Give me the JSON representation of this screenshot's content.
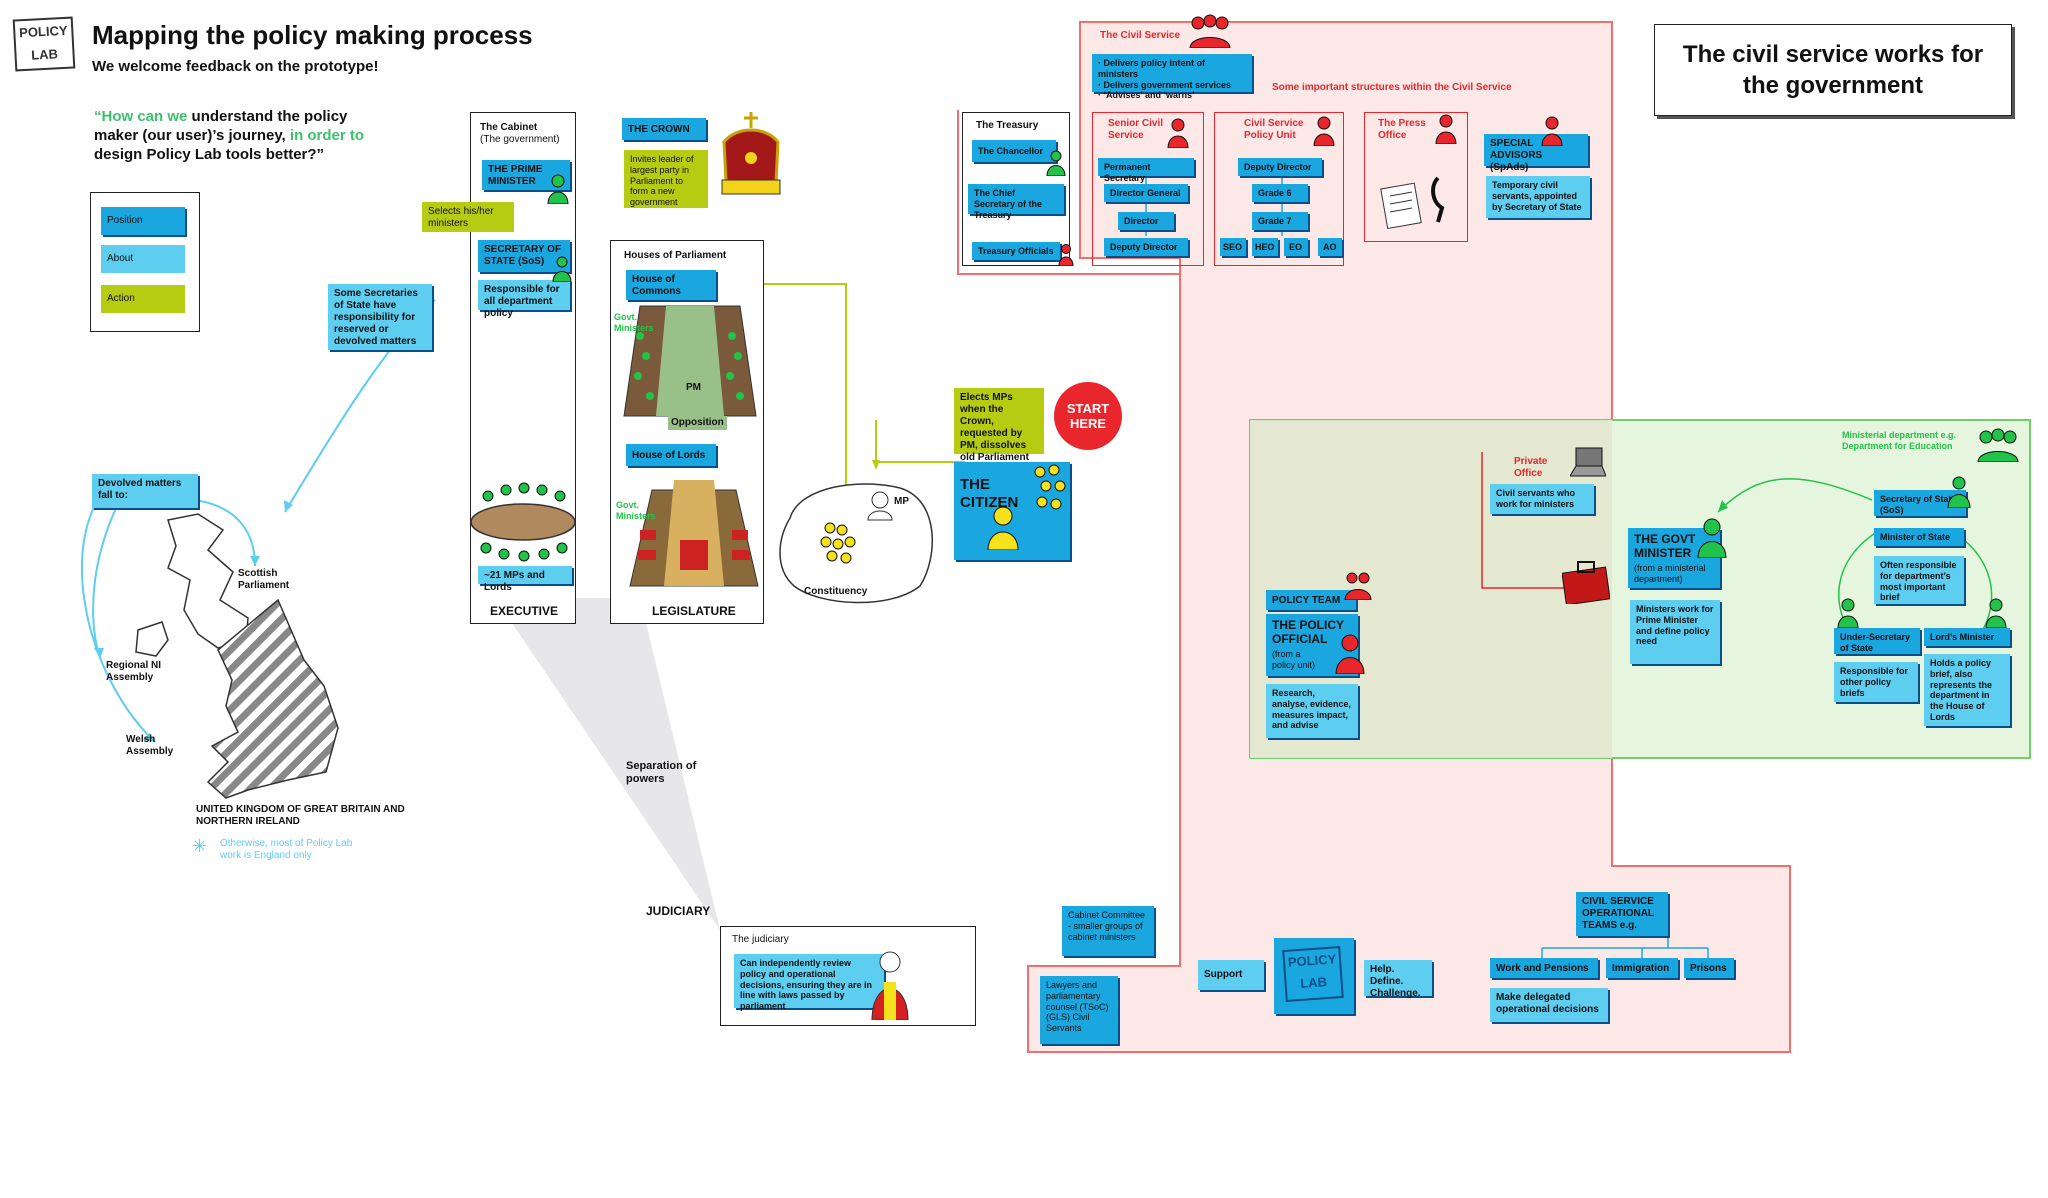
{
  "header": {
    "logo_text": "POLICY LAB",
    "title": "Mapping the policy making process",
    "subtitle": "We welcome feedback on the prototype!",
    "question_part1": "“How can we",
    "question_part2": " understand the policy maker (our user)’s journey,",
    "question_part3": " in order to",
    "question_part4": " design Policy Lab tools better?”"
  },
  "legend": {
    "position": "Position",
    "about": "About",
    "action": "Action"
  },
  "colors": {
    "blue": "#1aa7e0",
    "light_blue": "#5dcdf0",
    "green": "#b5cc12",
    "red": "#e8262b",
    "green_person": "#22c34a",
    "yellow_person": "#f5e21c",
    "red_zone": "#fde8e8",
    "green_zone": "#e8f7e3"
  },
  "uk": {
    "devolved": "Devolved matters fall to:",
    "some_sos": "Some Secretaries of State have responsibility for reserved or devolved matters",
    "scottish": "Scottish Parliament",
    "ni": "Regional NI Assembly",
    "welsh": "Welsh Assembly",
    "country": "UNITED KINGDOM OF GREAT BRITAIN AND NORTHERN IRELAND",
    "footnote": "Otherwise, most of Policy Lab work is England only"
  },
  "executive": {
    "cabinet": "The Cabinet",
    "cabinet_sub": "(The government)",
    "pm": "THE PRIME MINISTER",
    "selects": "Selects his/her ministers",
    "sos": "SECRETARY OF STATE (SoS)",
    "responsible": "Responsible for all department policy",
    "mps": "~21 MPs and Lords",
    "label": "EXECUTIVE"
  },
  "crown": {
    "title": "THE CROWN",
    "invites": "Invites leader of largest party in Parliament to form a new government"
  },
  "legislature": {
    "houses": "Houses of Parliament",
    "commons": "House of Commons",
    "govt1": "Govt. Ministers",
    "pm": "PM",
    "opposition": "Opposition",
    "lords": "House of Lords",
    "govt2": "Govt. Ministers",
    "label": "LEGISLATURE"
  },
  "citizen": {
    "elects": "Elects MPs when the Crown, requested by PM, dissolves old Parliament",
    "start": "START HERE",
    "title": "THE CITIZEN",
    "mp": "MP",
    "constituency": "Constituency"
  },
  "separation": "Separation of powers",
  "judiciary": {
    "label": "JUDICIARY",
    "title": "The judiciary",
    "desc": "Can independently review policy and operational decisions, ensuring they are in line with laws passed by parliament"
  },
  "treasury": {
    "title": "The Treasury",
    "chancellor": "The Chancellor",
    "chief": "The Chief Secretary of the Treasury",
    "officials": "Treasury Officials"
  },
  "civil_service": {
    "title": "The Civil Service",
    "bullets": "· Delivers policy intent of ministers\n· Delivers government services\n· ‘Advises’ and ‘warns’",
    "structures": "Some important structures within the Civil Service",
    "senior": "Senior Civil Service",
    "perm_sec": "Permanent Secretary",
    "dir_gen": "Director General",
    "director": "Director",
    "deputy_dir": "Deputy Director",
    "policy_unit": "Civil Service Policy Unit",
    "pu_deputy": "Deputy Director",
    "grade6": "Grade 6",
    "grade7": "Grade 7",
    "seo": "SEO",
    "heo": "HEO",
    "eo": "EO",
    "ao": "AO",
    "press": "The Press Office",
    "spads": "SPECIAL ADVISORS (SpAds)",
    "spads_desc": "Temporary civil servants, appointed by Secretary of State"
  },
  "big_title": "The civil service works for the government",
  "ministerial": {
    "title": "Ministerial department e.g. Department for Education",
    "private_office": "Private Office",
    "civil_servants": "Civil servants who work for ministers",
    "govt_minister": "THE GOVT MINISTER",
    "govt_minister_sub": "(from a ministerial department)",
    "ministers_work": "Ministers work for Prime Minister and define policy need",
    "sos": "Secretary of State (SoS)",
    "mos": "Minister of State",
    "often": "Often responsible for department’s most important brief",
    "under_sec": "Under-Secretary of State",
    "lords_min": "Lord’s Minister",
    "resp_other": "Responsible for other policy briefs",
    "holds": "Holds a policy brief, also represents the department in the House of Lords"
  },
  "policy": {
    "team": "POLICY TEAM",
    "official": "THE POLICY OFFICIAL",
    "official_sub": "(from a policy unit)",
    "research": "Research, analyse, evidence, measures impact, and advise"
  },
  "bottom": {
    "cabinet_committee": "Cabinet Committee - smaller groups of cabinet ministers",
    "lawyers": "Lawyers and parliamentary counsel (TSoC) (GLS) Civil Servants",
    "support": "Support",
    "lab_logo": "POLICY LAB",
    "help": "Help. Define. Challenge.",
    "ops": "CIVIL SERVICE OPERATIONAL TEAMS e.g.",
    "work": "Work and Pensions",
    "immigration": "Immigration",
    "prisons": "Prisons",
    "delegated": "Make delegated operational decisions"
  }
}
